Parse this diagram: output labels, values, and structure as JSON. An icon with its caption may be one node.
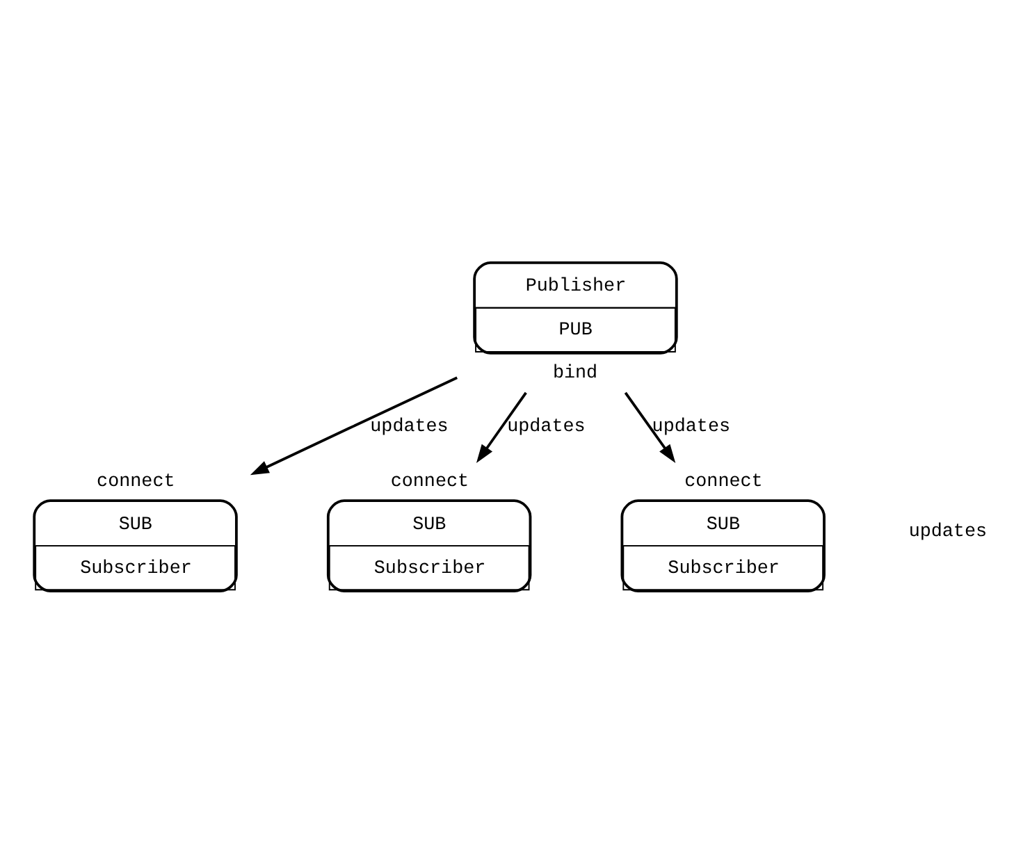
{
  "diagram": {
    "nodes": [
      {
        "text": [
          "Publisher",
          "PUB"
        ],
        "beside": [
          "bind"
        ]
      },
      {
        "text": [
          "SUB",
          "Subscriber"
        ],
        "beside": [
          "connect"
        ]
      },
      {
        "text": [
          "SUB",
          "Subscriber"
        ],
        "beside": [
          "connect"
        ]
      },
      {
        "text": [
          "SUB",
          "Subscriber"
        ],
        "beside": [
          "connect"
        ]
      }
    ],
    "edges": [
      {
        "from": 0,
        "to": 1,
        "arrow": "to",
        "label": "updates"
      },
      {
        "from": 0,
        "to": 2,
        "arrow": "to",
        "label": "updates"
      },
      {
        "from": 0,
        "to": 3,
        "arrow": "to",
        "label": "updates"
      }
    ],
    "labels": [
      "updates"
    ]
  }
}
